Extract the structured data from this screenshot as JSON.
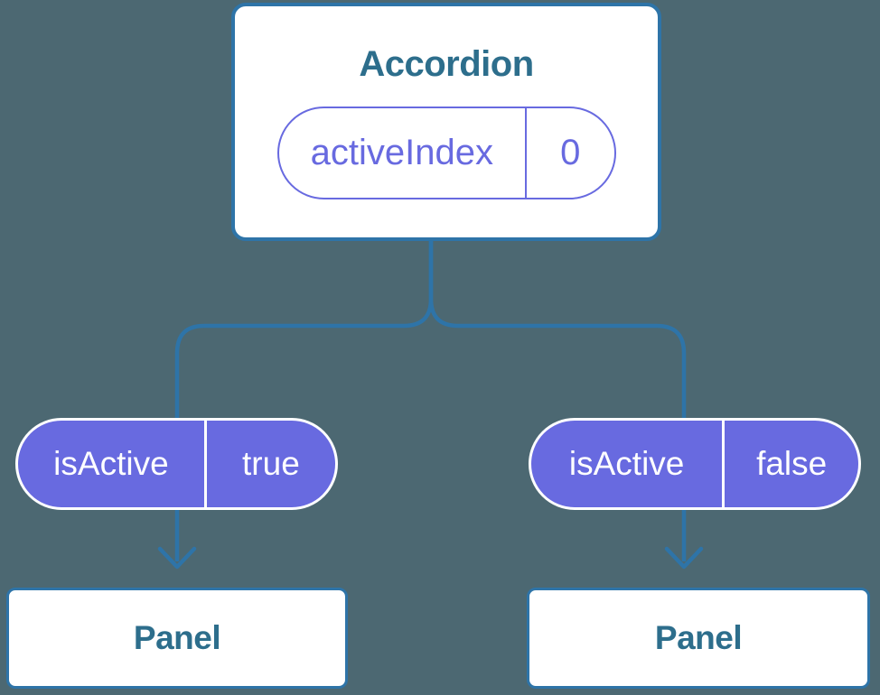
{
  "colors": {
    "background": "#4C6872",
    "line": "#2E74A8",
    "heading": "#2D6E8C",
    "purple": "#686AE0",
    "card": "#FFFFFF",
    "pill-text": "#FFFFFF"
  },
  "tree": {
    "root": {
      "title": "Accordion",
      "state": {
        "name": "activeIndex",
        "value": "0"
      }
    },
    "children": [
      {
        "prop": {
          "name": "isActive",
          "value": "true"
        },
        "label": "Panel"
      },
      {
        "prop": {
          "name": "isActive",
          "value": "false"
        },
        "label": "Panel"
      }
    ]
  }
}
